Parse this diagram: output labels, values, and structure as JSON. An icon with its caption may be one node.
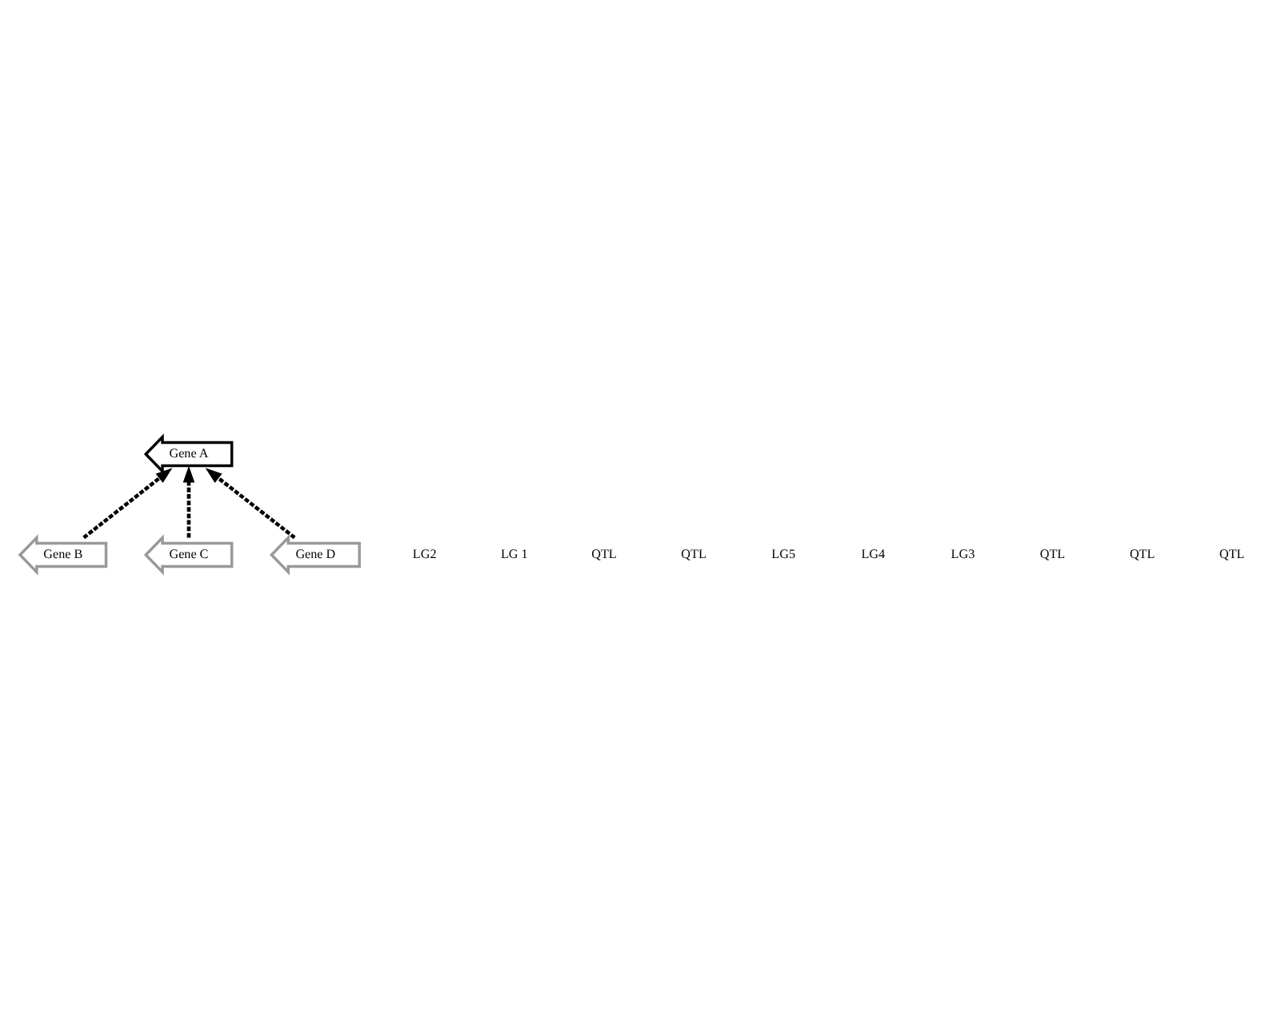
{
  "diagram": {
    "nodes": [
      {
        "text": [
          "Gene A"
        ]
      },
      {
        "text": [
          "Gene B"
        ]
      },
      {
        "text": [
          "Gene C"
        ]
      },
      {
        "text": [
          "Gene D"
        ]
      }
    ],
    "edges": [
      {
        "from": 1,
        "to": 0,
        "arrow": "to",
        "style": "dashed"
      },
      {
        "from": 2,
        "to": 0,
        "arrow": "to",
        "style": "dashed"
      },
      {
        "from": 3,
        "to": 0,
        "arrow": "to",
        "style": "dashed"
      }
    ],
    "labels": [
      "LG2",
      "LG 1",
      "QTL",
      "QTL",
      "LG5",
      "LG4",
      "LG3",
      "QTL",
      "QTL",
      "QTL"
    ]
  }
}
